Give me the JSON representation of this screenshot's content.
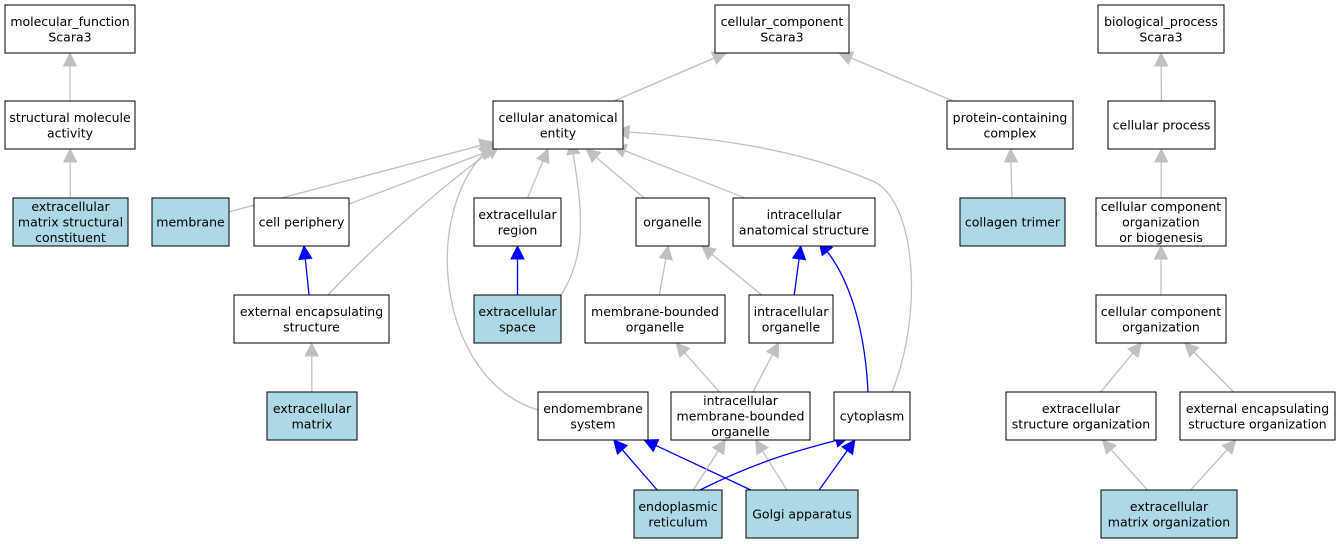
{
  "colors": {
    "node_fill": "#ffffff",
    "node_highlight": "#add8e6",
    "edge_is_a": "#c0c0c0",
    "edge_part_of": "#0000ff"
  },
  "nodes": [
    {
      "id": "mf",
      "lines": [
        "molecular_function",
        "Scara3"
      ],
      "highlight": false
    },
    {
      "id": "sma",
      "lines": [
        "structural molecule",
        "activity"
      ],
      "highlight": false
    },
    {
      "id": "ecmsc",
      "lines": [
        "extracellular",
        "matrix structural",
        "constituent"
      ],
      "highlight": true
    },
    {
      "id": "cc",
      "lines": [
        "cellular_component",
        "Scara3"
      ],
      "highlight": false
    },
    {
      "id": "cae",
      "lines": [
        "cellular anatomical",
        "entity"
      ],
      "highlight": false
    },
    {
      "id": "pcc",
      "lines": [
        "protein-containing",
        "complex"
      ],
      "highlight": false
    },
    {
      "id": "membrane",
      "lines": [
        "membrane"
      ],
      "highlight": true
    },
    {
      "id": "cellper",
      "lines": [
        "cell periphery"
      ],
      "highlight": false
    },
    {
      "id": "ecregion",
      "lines": [
        "extracellular",
        "region"
      ],
      "highlight": false
    },
    {
      "id": "organelle",
      "lines": [
        "organelle"
      ],
      "highlight": false
    },
    {
      "id": "ias",
      "lines": [
        "intracellular",
        "anatomical structure"
      ],
      "highlight": false
    },
    {
      "id": "collagen",
      "lines": [
        "collagen trimer"
      ],
      "highlight": true
    },
    {
      "id": "ecs",
      "lines": [
        "external encapsulating",
        "structure"
      ],
      "highlight": false
    },
    {
      "id": "ecspace",
      "lines": [
        "extracellular",
        "space"
      ],
      "highlight": true
    },
    {
      "id": "mbo",
      "lines": [
        "membrane-bounded",
        "organelle"
      ],
      "highlight": false
    },
    {
      "id": "io",
      "lines": [
        "intracellular",
        "organelle"
      ],
      "highlight": false
    },
    {
      "id": "ecm",
      "lines": [
        "extracellular",
        "matrix"
      ],
      "highlight": true
    },
    {
      "id": "endo",
      "lines": [
        "endomembrane",
        "system"
      ],
      "highlight": false
    },
    {
      "id": "imbo",
      "lines": [
        "intracellular",
        "membrane-bounded",
        "organelle"
      ],
      "highlight": false
    },
    {
      "id": "cyto",
      "lines": [
        "cytoplasm"
      ],
      "highlight": false
    },
    {
      "id": "er",
      "lines": [
        "endoplasmic",
        "reticulum"
      ],
      "highlight": true
    },
    {
      "id": "golgi",
      "lines": [
        "Golgi apparatus"
      ],
      "highlight": true
    },
    {
      "id": "bp",
      "lines": [
        "biological_process",
        "Scara3"
      ],
      "highlight": false
    },
    {
      "id": "cp",
      "lines": [
        "cellular process"
      ],
      "highlight": false
    },
    {
      "id": "ccob",
      "lines": [
        "cellular component",
        "organization",
        "or biogenesis"
      ],
      "highlight": false
    },
    {
      "id": "cco",
      "lines": [
        "cellular component",
        "organization"
      ],
      "highlight": false
    },
    {
      "id": "eso",
      "lines": [
        "extracellular",
        "structure organization"
      ],
      "highlight": false
    },
    {
      "id": "eeso",
      "lines": [
        "external encapsulating",
        "structure organization"
      ],
      "highlight": false
    },
    {
      "id": "ecmo",
      "lines": [
        "extracellular",
        "matrix organization"
      ],
      "highlight": true
    }
  ],
  "edges": [
    {
      "from": "sma",
      "to": "mf",
      "kind": "is_a"
    },
    {
      "from": "ecmsc",
      "to": "sma",
      "kind": "is_a"
    },
    {
      "from": "cae",
      "to": "cc",
      "kind": "is_a"
    },
    {
      "from": "pcc",
      "to": "cc",
      "kind": "is_a"
    },
    {
      "from": "membrane",
      "to": "cae",
      "kind": "is_a"
    },
    {
      "from": "cellper",
      "to": "cae",
      "kind": "is_a"
    },
    {
      "from": "ecs",
      "to": "cae",
      "kind": "is_a"
    },
    {
      "from": "endo",
      "to": "cae",
      "kind": "is_a"
    },
    {
      "from": "ecregion",
      "to": "cae",
      "kind": "is_a"
    },
    {
      "from": "ecspace",
      "to": "cae",
      "kind": "is_a"
    },
    {
      "from": "organelle",
      "to": "cae",
      "kind": "is_a"
    },
    {
      "from": "ias",
      "to": "cae",
      "kind": "is_a"
    },
    {
      "from": "cyto",
      "to": "cae",
      "kind": "is_a"
    },
    {
      "from": "collagen",
      "to": "pcc",
      "kind": "is_a"
    },
    {
      "from": "ecs",
      "to": "cellper",
      "kind": "part_of"
    },
    {
      "from": "ecspace",
      "to": "ecregion",
      "kind": "part_of"
    },
    {
      "from": "mbo",
      "to": "organelle",
      "kind": "is_a"
    },
    {
      "from": "io",
      "to": "organelle",
      "kind": "is_a"
    },
    {
      "from": "io",
      "to": "ias",
      "kind": "part_of"
    },
    {
      "from": "cyto",
      "to": "ias",
      "kind": "part_of"
    },
    {
      "from": "ecm",
      "to": "ecs",
      "kind": "is_a"
    },
    {
      "from": "imbo",
      "to": "mbo",
      "kind": "is_a"
    },
    {
      "from": "imbo",
      "to": "io",
      "kind": "is_a"
    },
    {
      "from": "er",
      "to": "endo",
      "kind": "part_of"
    },
    {
      "from": "golgi",
      "to": "endo",
      "kind": "part_of"
    },
    {
      "from": "er",
      "to": "imbo",
      "kind": "is_a"
    },
    {
      "from": "golgi",
      "to": "imbo",
      "kind": "is_a"
    },
    {
      "from": "er",
      "to": "cyto",
      "kind": "part_of"
    },
    {
      "from": "golgi",
      "to": "cyto",
      "kind": "part_of"
    },
    {
      "from": "cp",
      "to": "bp",
      "kind": "is_a"
    },
    {
      "from": "ccob",
      "to": "cp",
      "kind": "is_a"
    },
    {
      "from": "cco",
      "to": "ccob",
      "kind": "is_a"
    },
    {
      "from": "eso",
      "to": "cco",
      "kind": "is_a"
    },
    {
      "from": "eeso",
      "to": "cco",
      "kind": "is_a"
    },
    {
      "from": "ecmo",
      "to": "eso",
      "kind": "is_a"
    },
    {
      "from": "ecmo",
      "to": "eeso",
      "kind": "is_a"
    }
  ]
}
